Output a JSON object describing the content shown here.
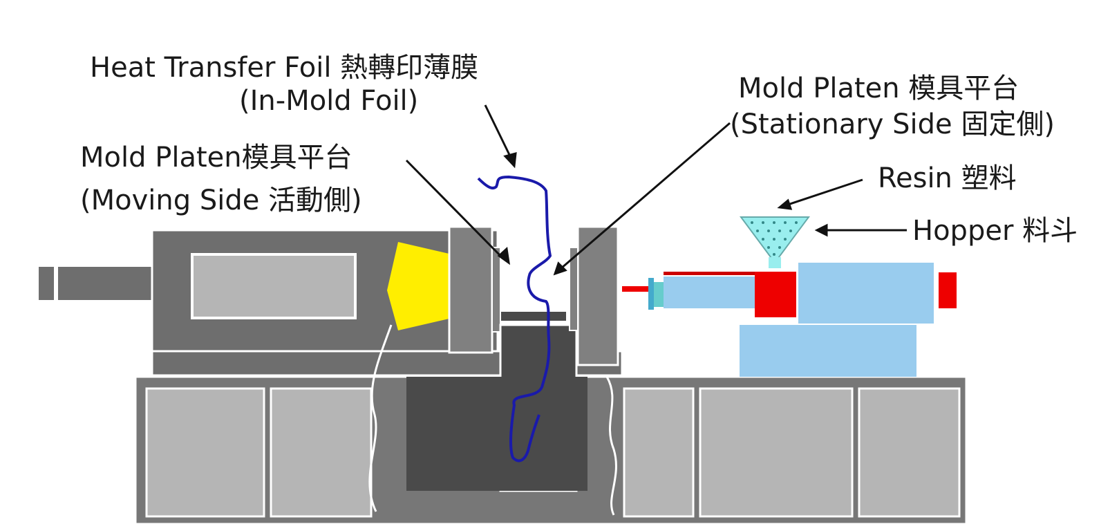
{
  "labels": {
    "foil_line1": "Heat Transfer Foil 熱轉印薄膜",
    "foil_line2": "(In-Mold Foil)",
    "moving_line1": "Mold Platen模具平台",
    "moving_line2": "(Moving Side 活動側)",
    "stationary_line1": "Mold Platen 模具平台",
    "stationary_line2": "(Stationary Side 固定側)",
    "resin": "Resin  塑料",
    "hopper": "Hopper 料斗"
  },
  "colors": {
    "machine_dark": "#6e6e6e",
    "machine_mid": "#888888",
    "panel_light": "#b8b8b8",
    "mold_cavity": "#4a4a4a",
    "foil": "#1a1aaa",
    "clamp_yellow": "#ffee00",
    "barrel_blue": "#99ccee",
    "heater_red": "#ee0000",
    "hopper_cyan": "#99eeee"
  }
}
